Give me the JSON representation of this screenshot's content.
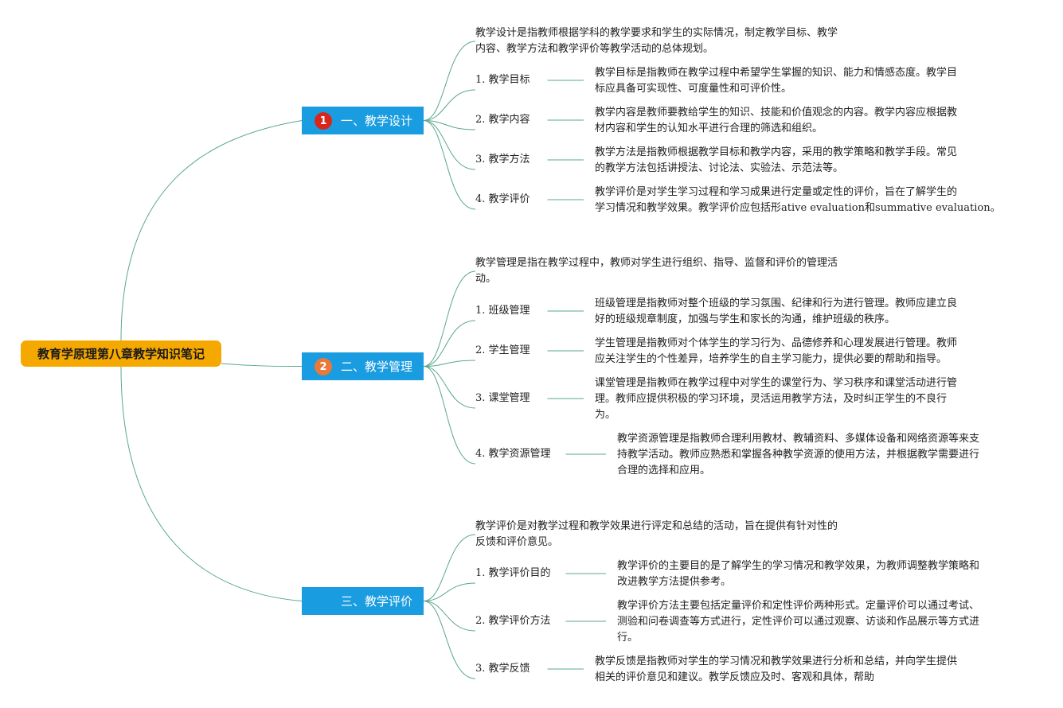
{
  "colors": {
    "root_bg": "#f5a800",
    "main_bg": "#1a9ce0",
    "badge1": "#d9261c",
    "badge2": "#e8793a",
    "line": "#5aa88c"
  },
  "root": {
    "title": "教育学原理第八章教学知识笔记"
  },
  "branches": [
    {
      "badge": "1",
      "title": "一、教学设计",
      "summary": [
        "教学设计是指教师根据学科的教学要求和学生的实际情况，制定教学目标、教学",
        "内容、教学方法和教学评价等教学活动的总体规划。"
      ],
      "items": [
        {
          "label": "1. 教学目标",
          "desc": [
            "教学目标是指教师在教学过程中希望学生掌握的知识、能力和情感态度。教学目",
            "标应具备可实现性、可度量性和可评价性。"
          ]
        },
        {
          "label": "2. 教学内容",
          "desc": [
            "教学内容是教师要教给学生的知识、技能和价值观念的内容。教学内容应根据教",
            "材内容和学生的认知水平进行合理的筛选和组织。"
          ]
        },
        {
          "label": "3. 教学方法",
          "desc": [
            "教学方法是指教师根据教学目标和教学内容，采用的教学策略和教学手段。常见",
            "的教学方法包括讲授法、讨论法、实验法、示范法等。"
          ]
        },
        {
          "label": "4. 教学评价",
          "desc": [
            "教学评价是对学生学习过程和学习成果进行定量或定性的评价，旨在了解学生的",
            "学习情况和教学效果。教学评价应包括形ative evaluation和summative evaluation。"
          ]
        }
      ]
    },
    {
      "badge": "2",
      "title": "二、教学管理",
      "summary": [
        "教学管理是指在教学过程中，教师对学生进行组织、指导、监督和评价的管理活",
        "动。"
      ],
      "items": [
        {
          "label": "1. 班级管理",
          "desc": [
            "班级管理是指教师对整个班级的学习氛围、纪律和行为进行管理。教师应建立良",
            "好的班级规章制度，加强与学生和家长的沟通，维护班级的秩序。"
          ]
        },
        {
          "label": "2. 学生管理",
          "desc": [
            "学生管理是指教师对个体学生的学习行为、品德修养和心理发展进行管理。教师",
            "应关注学生的个性差异，培养学生的自主学习能力，提供必要的帮助和指导。"
          ]
        },
        {
          "label": "3. 课堂管理",
          "desc": [
            "课堂管理是指教师在教学过程中对学生的课堂行为、学习秩序和课堂活动进行管",
            "理。教师应提供积极的学习环境，灵活运用教学方法，及时纠正学生的不良行",
            "为。"
          ]
        },
        {
          "label": "4. 教学资源管理",
          "desc": [
            "教学资源管理是指教师合理利用教材、教辅资料、多媒体设备和网络资源等来支",
            "持教学活动。教师应熟悉和掌握各种教学资源的使用方法，并根据教学需要进行",
            "合理的选择和应用。"
          ]
        }
      ]
    },
    {
      "badge": "",
      "title": "三、教学评价",
      "summary": [
        "教学评价是对教学过程和教学效果进行评定和总结的活动，旨在提供有针对性的",
        "反馈和评价意见。"
      ],
      "items": [
        {
          "label": "1. 教学评价目的",
          "desc": [
            "教学评价的主要目的是了解学生的学习情况和教学效果，为教师调整教学策略和",
            "改进教学方法提供参考。"
          ]
        },
        {
          "label": "2. 教学评价方法",
          "desc": [
            "教学评价方法主要包括定量评价和定性评价两种形式。定量评价可以通过考试、",
            "测验和问卷调查等方式进行，定性评价可以通过观察、访谈和作品展示等方式进",
            "行。"
          ]
        },
        {
          "label": "3. 教学反馈",
          "desc": [
            "教学反馈是指教师对学生的学习情况和教学效果进行分析和总结，并向学生提供",
            "相关的评价意见和建议。教学反馈应及时、客观和具体，帮助"
          ]
        }
      ]
    }
  ]
}
